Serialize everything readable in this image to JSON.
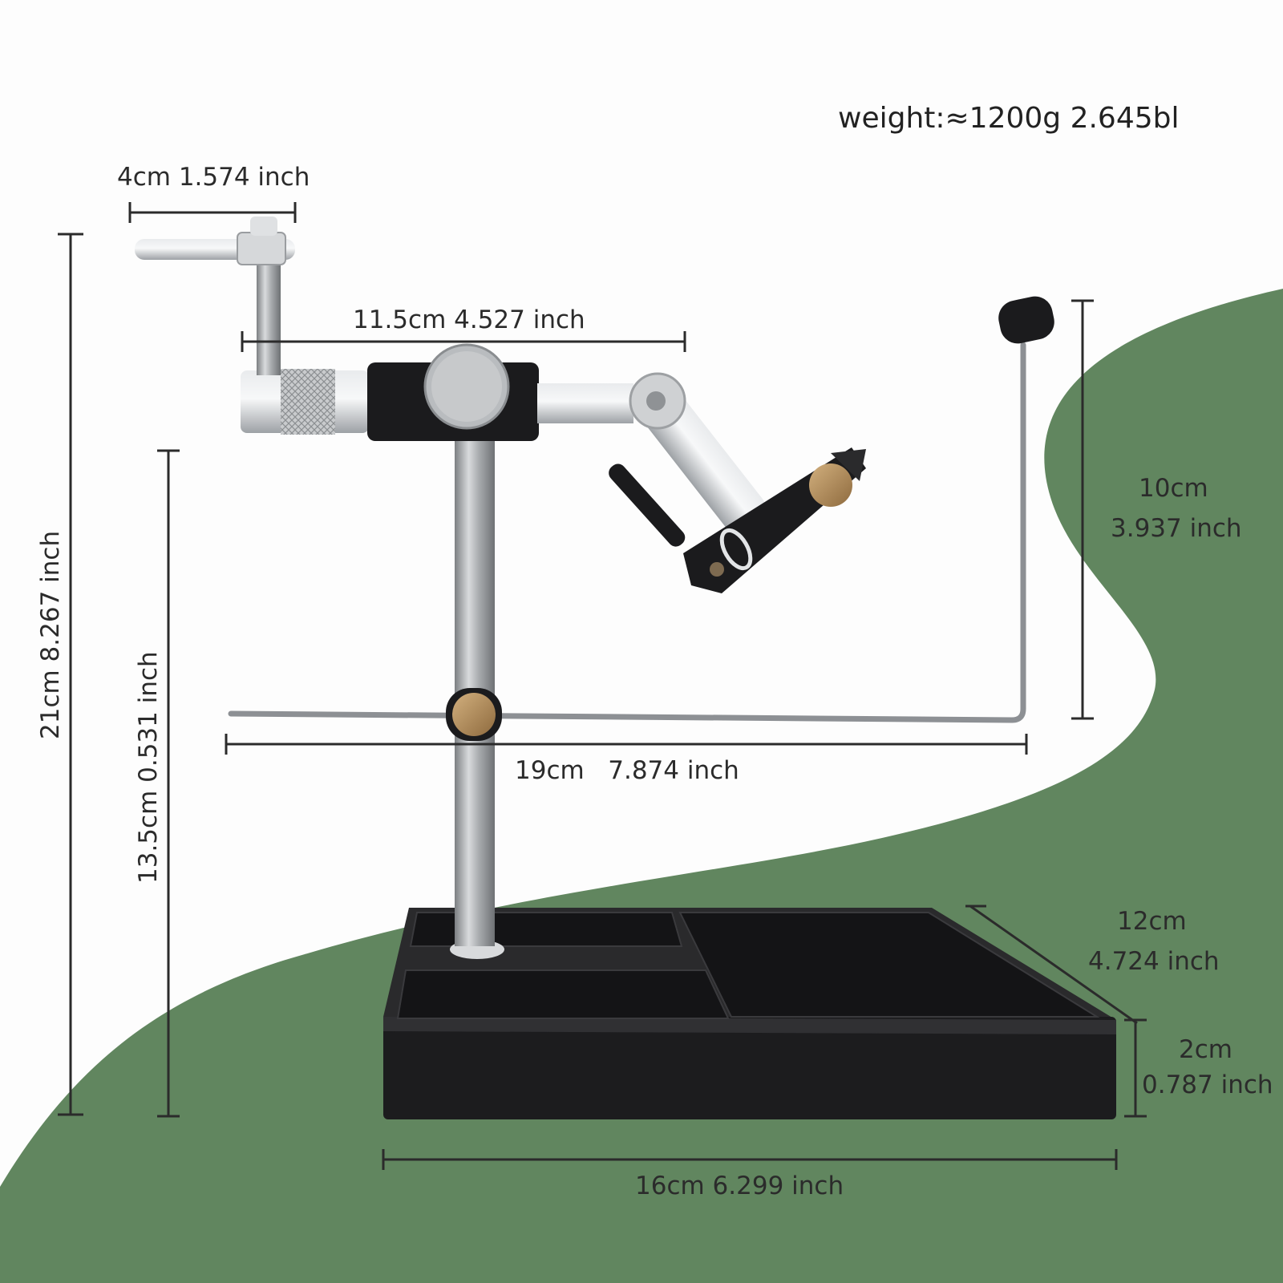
{
  "colors": {
    "background": "#fdfdfd",
    "green": "#61865f",
    "base": "#1c1c1e",
    "metal": "#b9bcbf",
    "brass": "#b08a5a",
    "dimension_line": "#2b2b2b"
  },
  "weight": "weight:≈1200g  2.645bl",
  "dimensions": {
    "top_handle": "4cm 1.574 inch",
    "arm": "11.5cm 4.527 inch",
    "total_height": "21cm 8.267 inch",
    "stem_height": "13.5cm 0.531 inch",
    "rod_length": "19cm   7.874 inch",
    "rod_height_cm": "10cm",
    "rod_height_inch": "3.937 inch",
    "base_depth_cm": "12cm",
    "base_depth_inch": "4.724 inch",
    "base_height_cm": "2cm",
    "base_height_inch": "0.787 inch",
    "base_width": "16cm 6.299 inch"
  }
}
